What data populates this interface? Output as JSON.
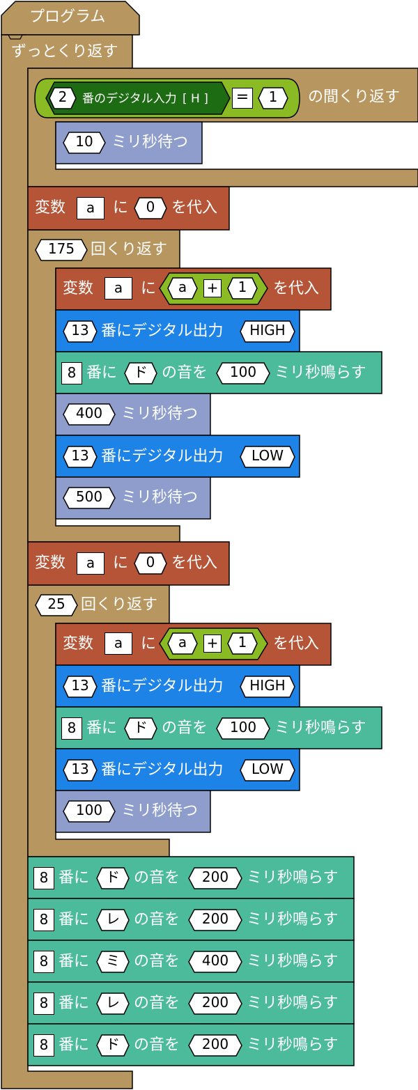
{
  "palette": {
    "control": "#b8965f",
    "variable": "#b55436",
    "digital_output": "#1e83e6",
    "tone": "#4bbb9c",
    "wait": "#8e9dcb",
    "input_block": "#1d6b12",
    "math_block": "#8abb25"
  },
  "program": {
    "hat_label": "プログラム",
    "forever_label": "ずっとくり返す",
    "while_loop": {
      "suffix": "の間くり返す",
      "condition": {
        "pin": "2",
        "input_label": "番のデジタル入力",
        "pullup": "[ H ]",
        "operator": "=",
        "value": "1"
      },
      "wait": {
        "ms": "10",
        "label": "ミリ秒待つ"
      }
    },
    "set_a_1": {
      "prefix": "変数",
      "var": "a",
      "mid": "に",
      "value": "0",
      "suffix": "を代入"
    },
    "repeat_1": {
      "count": "175",
      "label": "回くり返す",
      "increment": {
        "prefix": "変数",
        "var": "a",
        "mid": "に",
        "lhs": "a",
        "op": "+",
        "rhs": "1",
        "suffix": "を代入"
      },
      "out_high": {
        "pin": "13",
        "label": "番にデジタル出力",
        "level": "HIGH"
      },
      "tone": {
        "pin": "8",
        "mid": "番に",
        "note": "ド",
        "note_label": "の音を",
        "ms": "100",
        "suffix": "ミリ秒鳴らす"
      },
      "wait_1": {
        "ms": "400",
        "label": "ミリ秒待つ"
      },
      "out_low": {
        "pin": "13",
        "label": "番にデジタル出力",
        "level": "LOW"
      },
      "wait_2": {
        "ms": "500",
        "label": "ミリ秒待つ"
      }
    },
    "set_a_2": {
      "prefix": "変数",
      "var": "a",
      "mid": "に",
      "value": "0",
      "suffix": "を代入"
    },
    "repeat_2": {
      "count": "25",
      "label": "回くり返す",
      "increment": {
        "prefix": "変数",
        "var": "a",
        "mid": "に",
        "lhs": "a",
        "op": "+",
        "rhs": "1",
        "suffix": "を代入"
      },
      "out_high": {
        "pin": "13",
        "label": "番にデジタル出力",
        "level": "HIGH"
      },
      "tone": {
        "pin": "8",
        "mid": "番に",
        "note": "ド",
        "note_label": "の音を",
        "ms": "100",
        "suffix": "ミリ秒鳴らす"
      },
      "out_low": {
        "pin": "13",
        "label": "番にデジタル出力",
        "level": "LOW"
      },
      "wait": {
        "ms": "100",
        "label": "ミリ秒待つ"
      }
    },
    "melody": [
      {
        "pin": "8",
        "mid": "番に",
        "note": "ド",
        "note_label": "の音を",
        "ms": "200",
        "suffix": "ミリ秒鳴らす"
      },
      {
        "pin": "8",
        "mid": "番に",
        "note": "レ",
        "note_label": "の音を",
        "ms": "200",
        "suffix": "ミリ秒鳴らす"
      },
      {
        "pin": "8",
        "mid": "番に",
        "note": "ミ",
        "note_label": "の音を",
        "ms": "400",
        "suffix": "ミリ秒鳴らす"
      },
      {
        "pin": "8",
        "mid": "番に",
        "note": "レ",
        "note_label": "の音を",
        "ms": "200",
        "suffix": "ミリ秒鳴らす"
      },
      {
        "pin": "8",
        "mid": "番に",
        "note": "ド",
        "note_label": "の音を",
        "ms": "200",
        "suffix": "ミリ秒鳴らす"
      }
    ]
  }
}
